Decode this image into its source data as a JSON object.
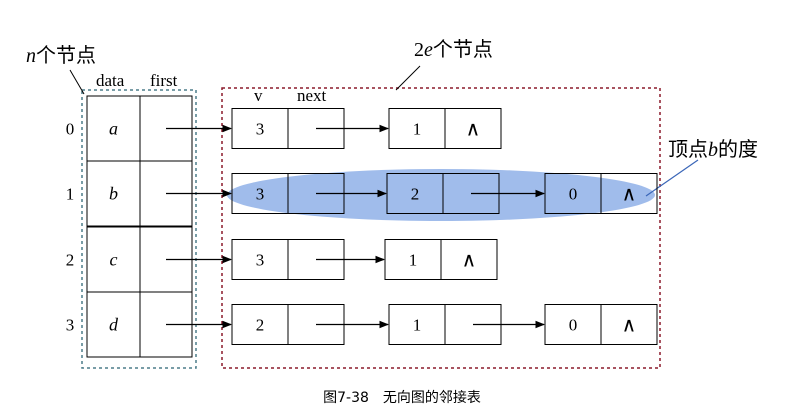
{
  "labels": {
    "n_label_n": "n",
    "n_label_rest": "个节点",
    "e_label_prefix": "2",
    "e_label_e": "e",
    "e_label_rest": "个节点",
    "data_header": "data",
    "first_header": "first",
    "v_header": "v",
    "next_header": "next",
    "degree_prefix": "顶点",
    "degree_b": "b",
    "degree_suffix": "的度",
    "caption": "图7-38　无向图的邻接表"
  },
  "vertices": [
    {
      "index": "0",
      "name": "a",
      "adjacent": [
        "3",
        "1"
      ]
    },
    {
      "index": "1",
      "name": "b",
      "adjacent": [
        "3",
        "2",
        "0"
      ]
    },
    {
      "index": "2",
      "name": "c",
      "adjacent": [
        "3",
        "1"
      ]
    },
    {
      "index": "3",
      "name": "d",
      "adjacent": [
        "2",
        "1",
        "0"
      ]
    }
  ],
  "null_symbol": "∧",
  "colors": {
    "highlight": "#8fb0e8",
    "n_box_border": "#4d7d8a",
    "e_box_border": "#8b1a2b",
    "callout_line": "#3a66b8"
  }
}
